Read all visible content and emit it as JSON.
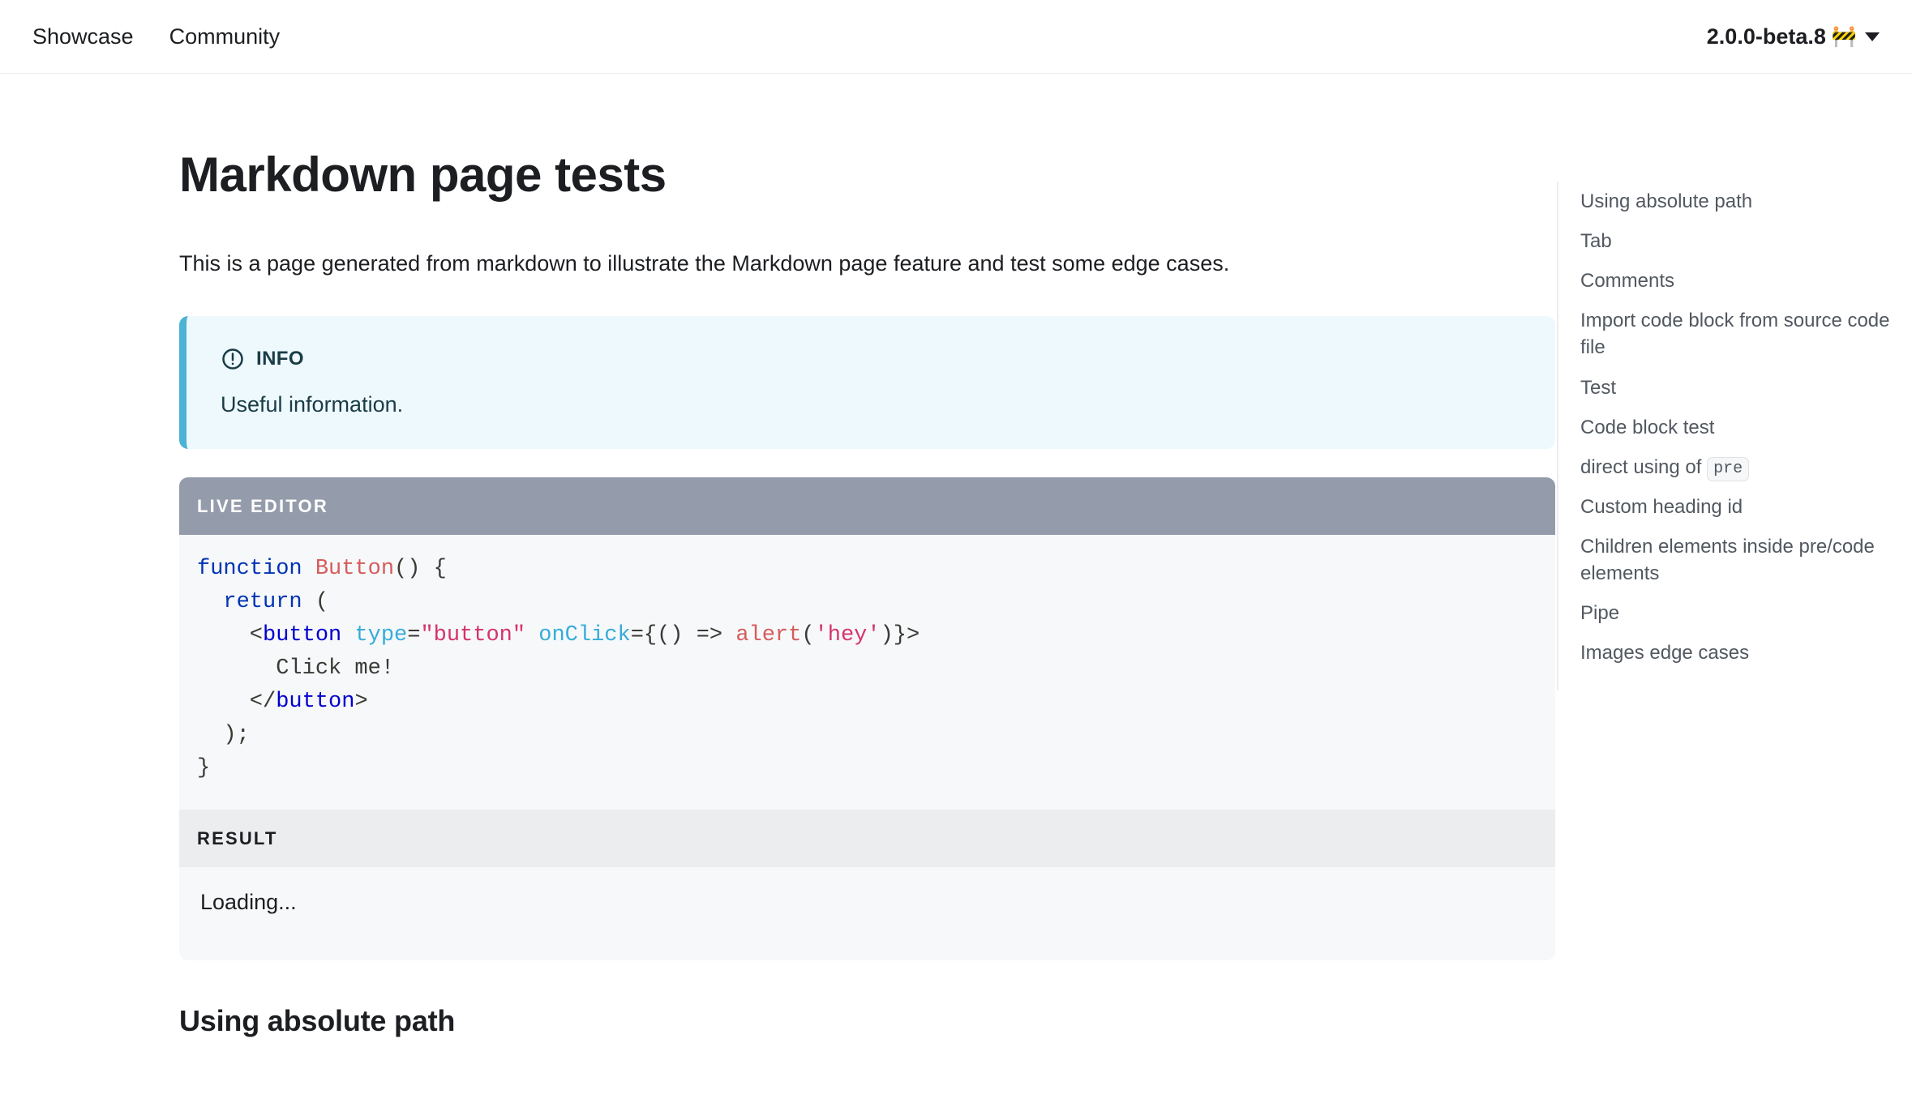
{
  "navbar": {
    "links": [
      {
        "label": "Showcase"
      },
      {
        "label": "Community"
      }
    ],
    "version": {
      "label": "2.0.0-beta.8",
      "emoji": "🚧",
      "caret_icon": "chevron-down-icon"
    }
  },
  "doc": {
    "title": "Markdown page tests",
    "intro": "This is a page generated from markdown to illustrate the Markdown page feature and test some edge cases.",
    "admonition": {
      "type": "info",
      "icon": "info-circle-icon",
      "title": "INFO",
      "text": "Useful information.",
      "accent_color": "#4cb3d4",
      "background_color": "#eef9fd"
    },
    "playground": {
      "editor_header": "LIVE EDITOR",
      "result_header": "RESULT",
      "result_text": "Loading...",
      "code_lines": [
        [
          {
            "t": "function",
            "c": "kw"
          },
          {
            "t": " ",
            "c": "plain"
          },
          {
            "t": "Button",
            "c": "fn"
          },
          {
            "t": "() {",
            "c": "pun"
          }
        ],
        [
          {
            "t": "  ",
            "c": "plain"
          },
          {
            "t": "return",
            "c": "kw"
          },
          {
            "t": " (",
            "c": "pun"
          }
        ],
        [
          {
            "t": "    <",
            "c": "pun"
          },
          {
            "t": "button",
            "c": "tag"
          },
          {
            "t": " ",
            "c": "plain"
          },
          {
            "t": "type",
            "c": "attr"
          },
          {
            "t": "=",
            "c": "pun"
          },
          {
            "t": "\"button\"",
            "c": "str"
          },
          {
            "t": " ",
            "c": "plain"
          },
          {
            "t": "onClick",
            "c": "attr"
          },
          {
            "t": "={() => ",
            "c": "pun"
          },
          {
            "t": "alert",
            "c": "fn"
          },
          {
            "t": "(",
            "c": "pun"
          },
          {
            "t": "'hey'",
            "c": "str"
          },
          {
            "t": ")}>",
            "c": "pun"
          }
        ],
        [
          {
            "t": "      Click me!",
            "c": "plain"
          }
        ],
        [
          {
            "t": "    </",
            "c": "pun"
          },
          {
            "t": "button",
            "c": "tag"
          },
          {
            "t": ">",
            "c": "pun"
          }
        ],
        [
          {
            "t": "  );",
            "c": "pun"
          }
        ],
        [
          {
            "t": "}",
            "c": "pun"
          }
        ]
      ]
    },
    "section_heading": "Using absolute path"
  },
  "toc": {
    "items": [
      {
        "label": "Using absolute path"
      },
      {
        "label": "Tab"
      },
      {
        "label": "Comments"
      },
      {
        "label": "Import code block from source code file"
      },
      {
        "label": "Test"
      },
      {
        "label": "Code block test"
      },
      {
        "label": "direct using of ",
        "code": "pre"
      },
      {
        "label": "Custom heading id"
      },
      {
        "label": "Children elements inside pre/code elements"
      },
      {
        "label": "Pipe"
      },
      {
        "label": "Images edge cases"
      }
    ]
  }
}
